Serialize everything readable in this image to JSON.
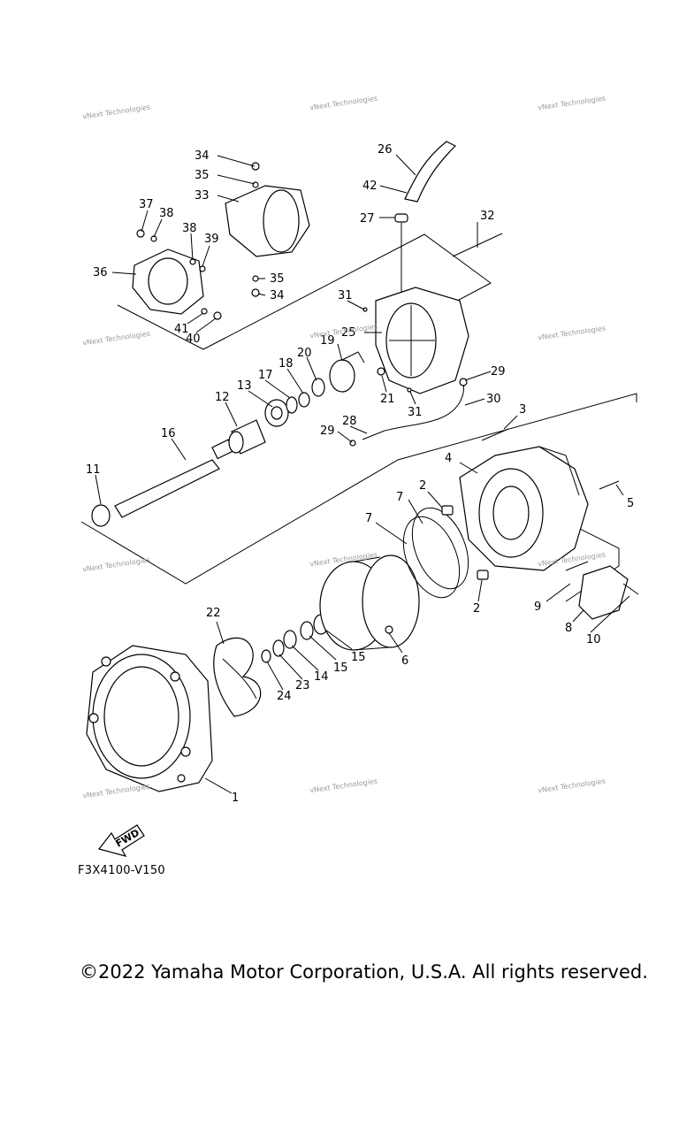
{
  "watermark_text": "vNext Technologies",
  "diagram_code": "F3X4100-V150",
  "copyright": "©2022 Yamaha Motor Corporation, U.S.A. All rights reserved.",
  "fwd_label": "FWD",
  "callouts": {
    "c1": "1",
    "c2a": "2",
    "c2b": "2",
    "c3": "3",
    "c4": "4",
    "c5": "5",
    "c6": "6",
    "c7a": "7",
    "c7b": "7",
    "c8": "8",
    "c9": "9",
    "c10": "10",
    "c11": "11",
    "c12": "12",
    "c13": "13",
    "c14": "14",
    "c15a": "15",
    "c15b": "15",
    "c16": "16",
    "c17": "17",
    "c18": "18",
    "c19": "19",
    "c20": "20",
    "c21": "21",
    "c22": "22",
    "c23": "23",
    "c24": "24",
    "c25": "25",
    "c26": "26",
    "c27": "27",
    "c28": "28",
    "c29a": "29",
    "c29b": "29",
    "c30": "30",
    "c31a": "31",
    "c31b": "31",
    "c32": "32",
    "c33": "33",
    "c34a": "34",
    "c34b": "34",
    "c35a": "35",
    "c35b": "35",
    "c36": "36",
    "c37": "37",
    "c38a": "38",
    "c38b": "38",
    "c39": "39",
    "c40": "40",
    "c41": "41",
    "c42": "42"
  }
}
